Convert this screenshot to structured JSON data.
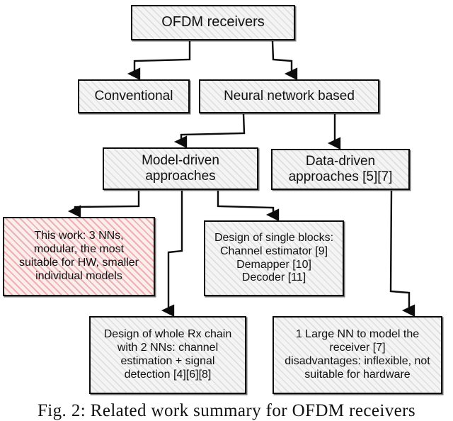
{
  "figure": {
    "caption": "Fig. 2: Related work summary for OFDM receivers",
    "colors": {
      "hatch_gray": "#f4f4f4",
      "hatch_pink": "#fdeeee",
      "pink_lines": "#d65c5c",
      "stroke": "#0c0c0c",
      "background": "#ffffff"
    }
  },
  "nodes": {
    "root": {
      "label": "OFDM receivers",
      "style": "hatched-gray"
    },
    "conventional": {
      "label": "Conventional",
      "style": "hatched-gray"
    },
    "neural_network_based": {
      "label": "Neural network based",
      "style": "hatched-gray"
    },
    "model_driven": {
      "label": "Model-driven\napproaches",
      "style": "hatched-gray"
    },
    "data_driven": {
      "label": "Data-driven\napproaches [5][7]",
      "style": "hatched-gray"
    },
    "this_work": {
      "label": "This work: 3 NNs,\nmodular, the most\nsuitable for HW, smaller\nindividual models",
      "style": "hatched-pink"
    },
    "single_blocks": {
      "label": "Design of single blocks:\nChannel estimator [9]\nDemapper [10]\nDecoder [11]",
      "style": "hatched-gray"
    },
    "rx_chain": {
      "label": "Design of whole Rx chain\nwith 2 NNs: channel\nestimation + signal\ndetection [4][6][8]",
      "style": "hatched-gray"
    },
    "large_nn": {
      "label": "1 Large NN to model the\nreceiver [7]\ndisadvantages: inflexible, not\nsuitable for hardware",
      "style": "hatched-gray"
    }
  },
  "edges": [
    {
      "from": "root",
      "to": "conventional"
    },
    {
      "from": "root",
      "to": "neural_network_based"
    },
    {
      "from": "neural_network_based",
      "to": "model_driven"
    },
    {
      "from": "neural_network_based",
      "to": "data_driven"
    },
    {
      "from": "model_driven",
      "to": "this_work"
    },
    {
      "from": "model_driven",
      "to": "rx_chain"
    },
    {
      "from": "model_driven",
      "to": "single_blocks"
    },
    {
      "from": "data_driven",
      "to": "large_nn"
    }
  ]
}
